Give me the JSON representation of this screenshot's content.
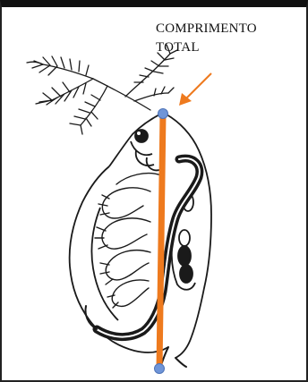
{
  "annotation": {
    "lines": [
      "COMPRIMENTO",
      "TOTAL"
    ]
  },
  "colors": {
    "measure_line": "#ee7a1e",
    "endpoints": "#6f95d8",
    "arrow": "#ee7a1e",
    "ink": "#1a1a1a"
  },
  "icons": {
    "subject": "daphnia-illustration",
    "pointer": "arrow-icon"
  }
}
